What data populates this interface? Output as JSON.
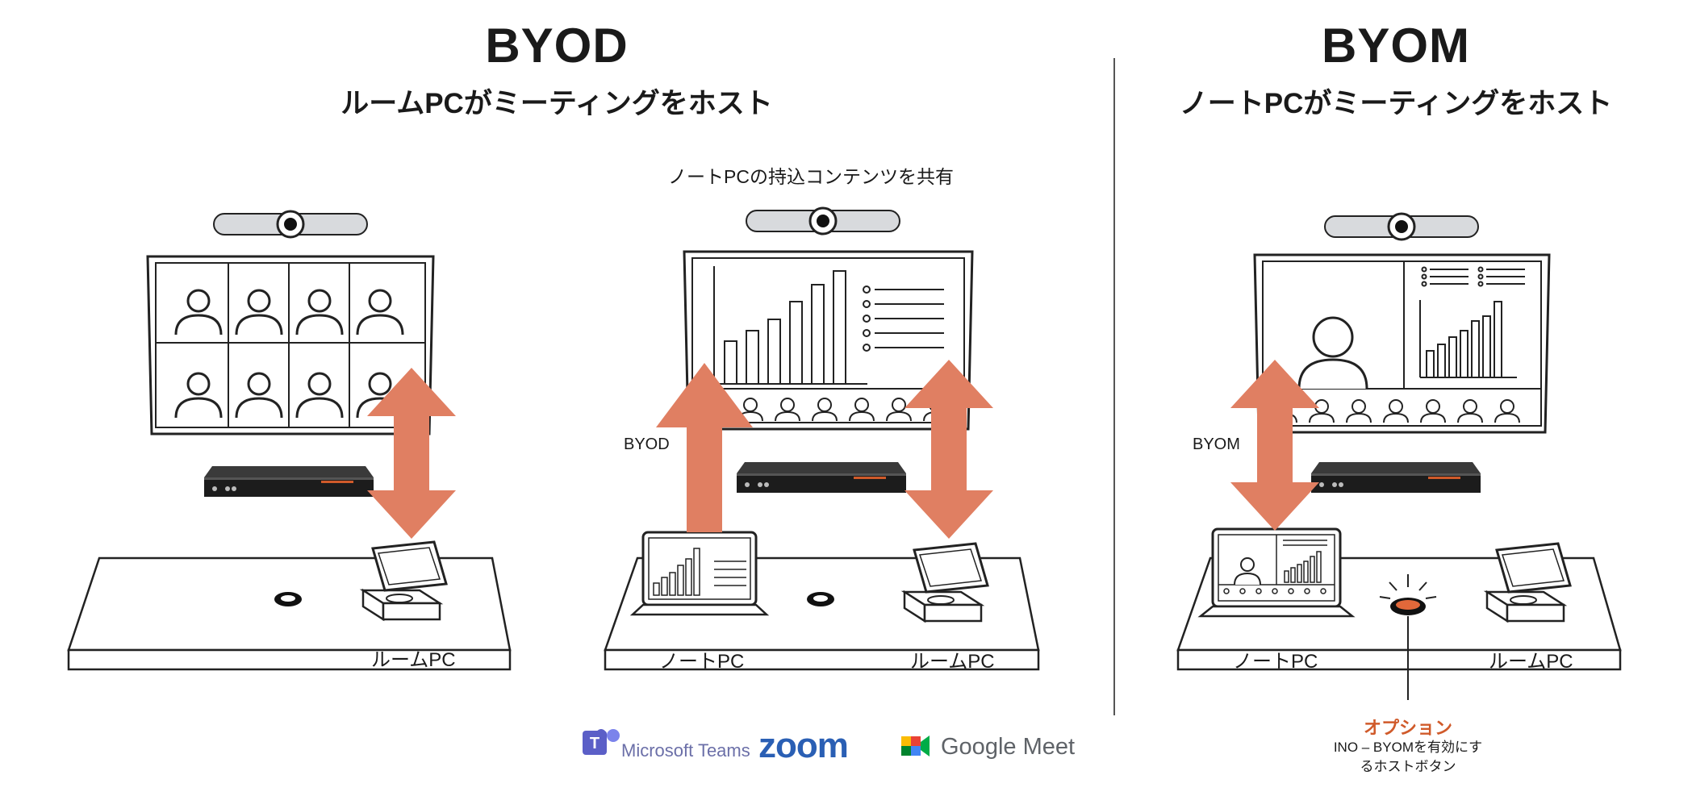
{
  "left": {
    "title": "BYOD",
    "subtitle": "ルームPCがミーティングをホスト",
    "share_caption": "ノートPCの持込コンテンツを共有",
    "arrow_label": "BYOD",
    "panel1_table_label": "ルームPC",
    "panel2_laptop_label": "ノートPC",
    "panel2_room_label": "ルームPC"
  },
  "right": {
    "title": "BYOM",
    "subtitle": "ノートPCがミーティングをホスト",
    "arrow_label": "BYOM",
    "laptop_label": "ノートPC",
    "room_label": "ルームPC",
    "option_title": "オプション",
    "option_desc_line1": "INO – BYOMを有効にす",
    "option_desc_line2": "るホストボタン"
  },
  "logos": {
    "teams": "Microsoft Teams",
    "zoom": "zoom",
    "meet": "Google Meet"
  },
  "colors": {
    "arrow": "#e07f62",
    "accent": "#d05a2a",
    "teams": "#5b5fc7",
    "zoom": "#2a5fb4"
  }
}
